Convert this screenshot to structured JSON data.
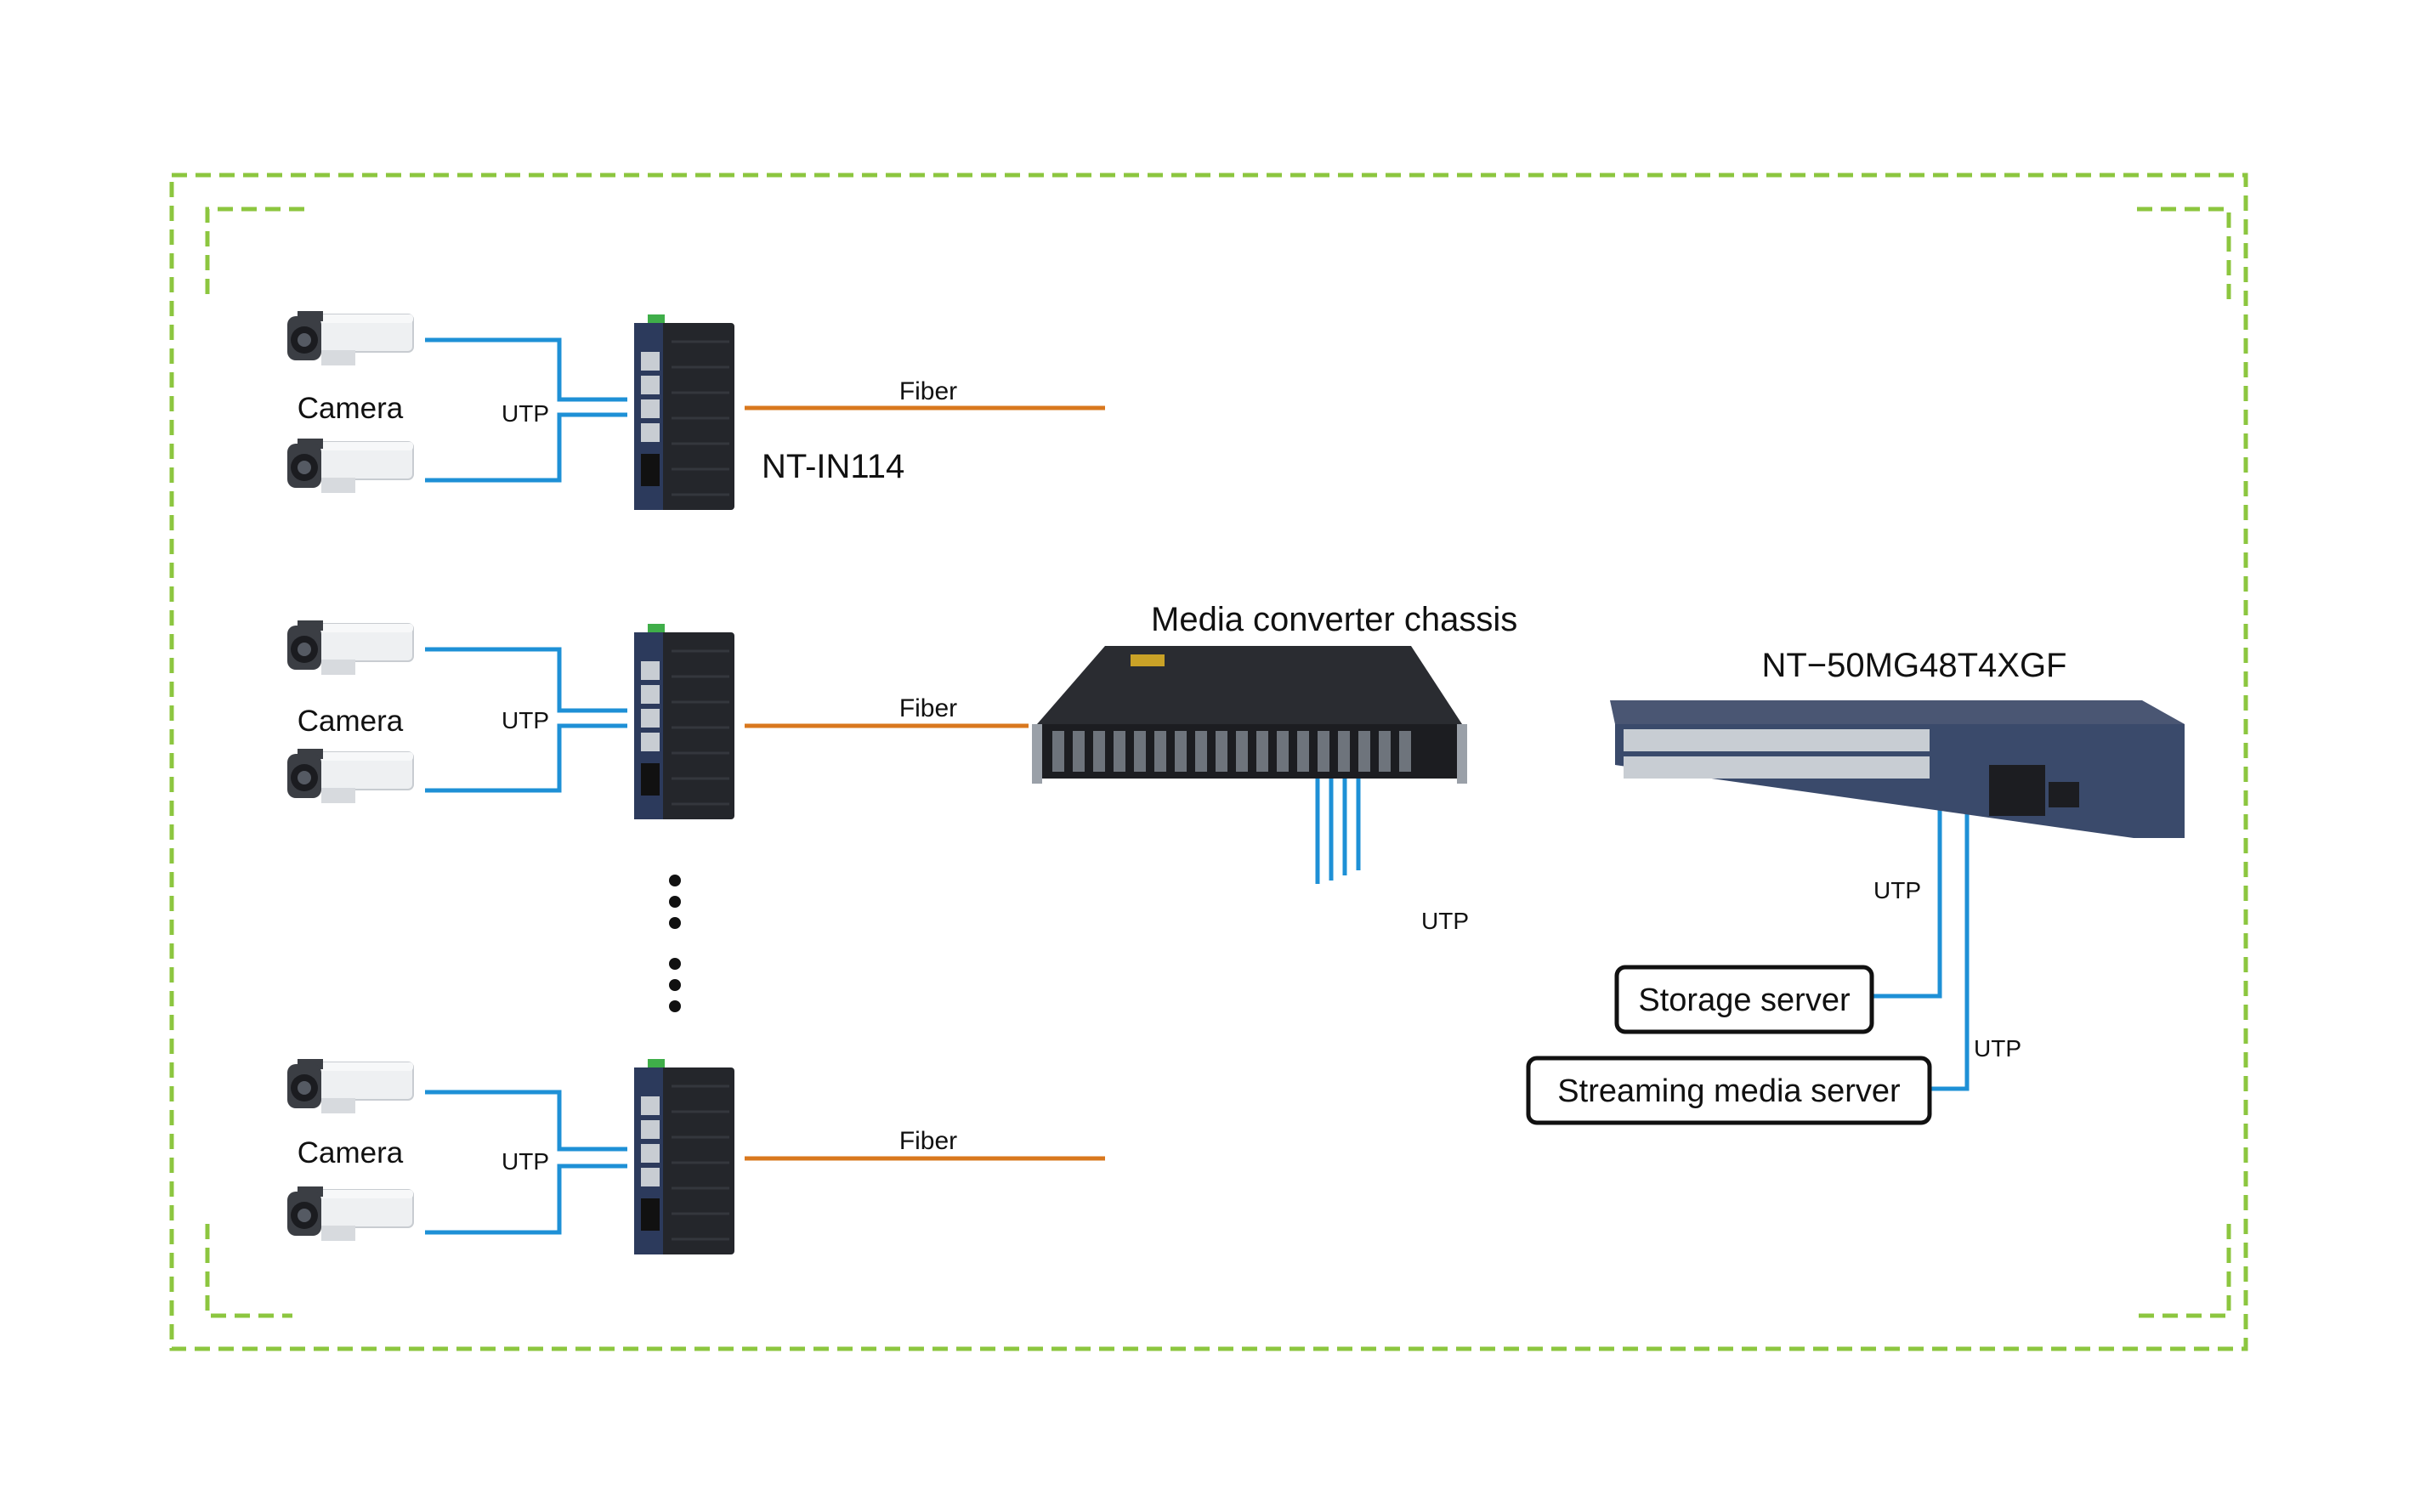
{
  "colors": {
    "frame": "#8cc63f",
    "utp": "#1e90d6",
    "fiber": "#d9781e",
    "device_dark": "#24262b",
    "device_blue": "#3a4a6b",
    "camera_body": "#eef0f2",
    "camera_dark": "#3b3e44"
  },
  "groups": [
    {
      "camera_label": "Camera",
      "utp_label": "UTP",
      "fiber_label": "Fiber",
      "switch_model": "NT-IN114"
    },
    {
      "camera_label": "Camera",
      "utp_label": "UTP",
      "fiber_label": "Fiber",
      "switch_model": ""
    },
    {
      "camera_label": "Camera",
      "utp_label": "UTP",
      "fiber_label": "Fiber",
      "switch_model": ""
    }
  ],
  "chassis": {
    "label": "Media converter chassis"
  },
  "core_switch": {
    "model": "NT−50MG48T4XGF"
  },
  "links": {
    "chassis_to_switch": "UTP",
    "switch_to_storage": "UTP",
    "switch_to_streaming": "UTP"
  },
  "servers": {
    "storage": "Storage server",
    "streaming": "Streaming media server"
  },
  "icons": [
    "bullet-camera-icon",
    "industrial-switch-icon",
    "media-converter-chassis-icon",
    "rack-switch-icon",
    "ellipsis-dots-icon"
  ]
}
